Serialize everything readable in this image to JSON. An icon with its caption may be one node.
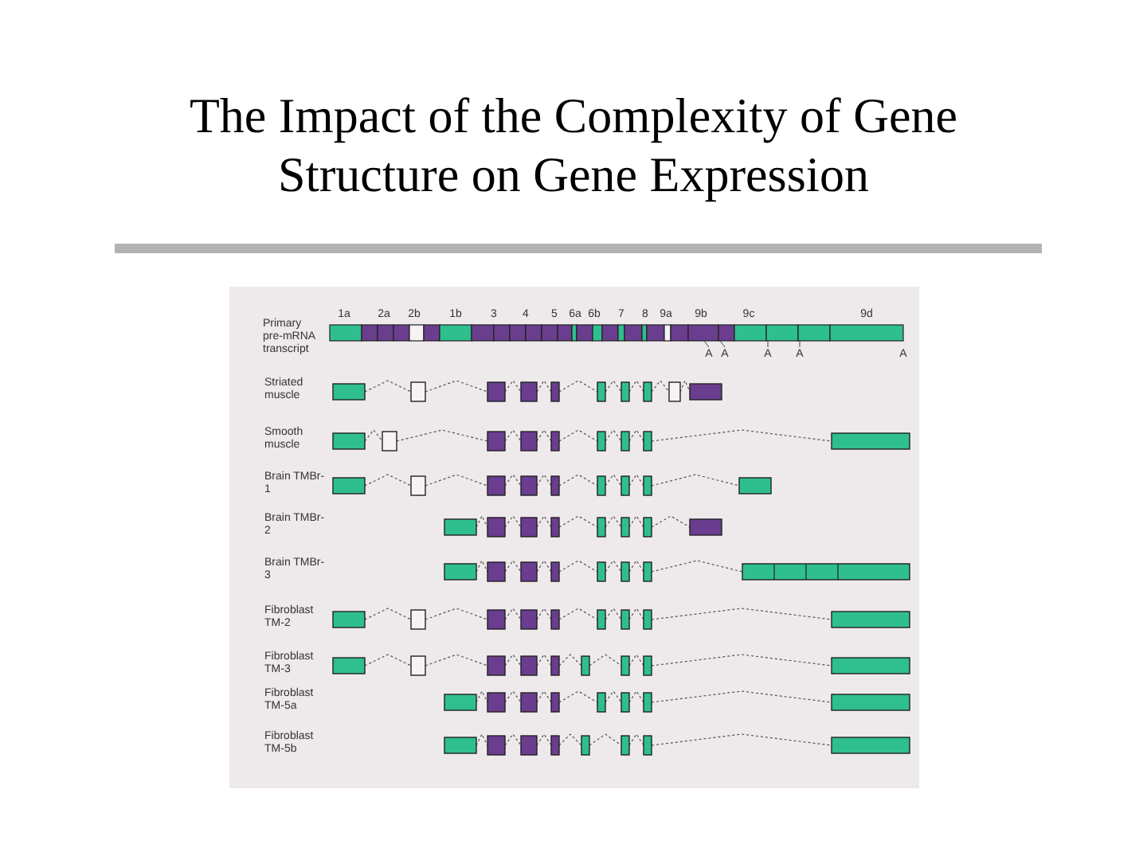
{
  "diagram": {
    "title": "The Impact of the Complexity of Gene Structure on Gene Expression",
    "labels": [
      "1a",
      "2a",
      "2b",
      "1b",
      "3",
      "4",
      "5",
      "6a",
      "6b",
      "7",
      "8",
      "9a",
      "9b",
      "9c",
      "9d",
      "Primary pre-mRNA transcript",
      "A",
      "A",
      "A",
      "A",
      "A",
      "Striated muscle",
      "Smooth muscle",
      "Brain TMBr-1",
      "Brain TMBr-2",
      "Brain TMBr-3",
      "Fibroblast TM-2",
      "Fibroblast TM-3",
      "Fibroblast TM-5a",
      "Fibroblast TM-5b"
    ]
  }
}
